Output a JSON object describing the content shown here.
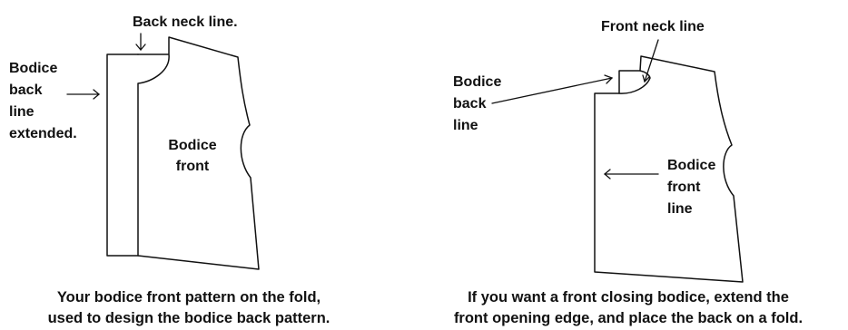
{
  "left_figure": {
    "labels": {
      "back_neck_line": "Back neck line.",
      "bodice_back_line_extended": [
        "Bodice",
        "back",
        "line",
        "extended."
      ],
      "bodice_front": [
        "Bodice",
        "front"
      ]
    },
    "caption": [
      "Your bodice front pattern on the fold,",
      "used to design the bodice back pattern."
    ]
  },
  "right_figure": {
    "labels": {
      "front_neck_line": "Front neck line",
      "bodice_back_line": [
        "Bodice",
        "back",
        "line"
      ],
      "bodice_front_line": [
        "Bodice",
        "front",
        "line"
      ]
    },
    "caption": [
      "If you want a front closing bodice, extend the",
      "front opening edge, and place the back on a fold."
    ]
  }
}
